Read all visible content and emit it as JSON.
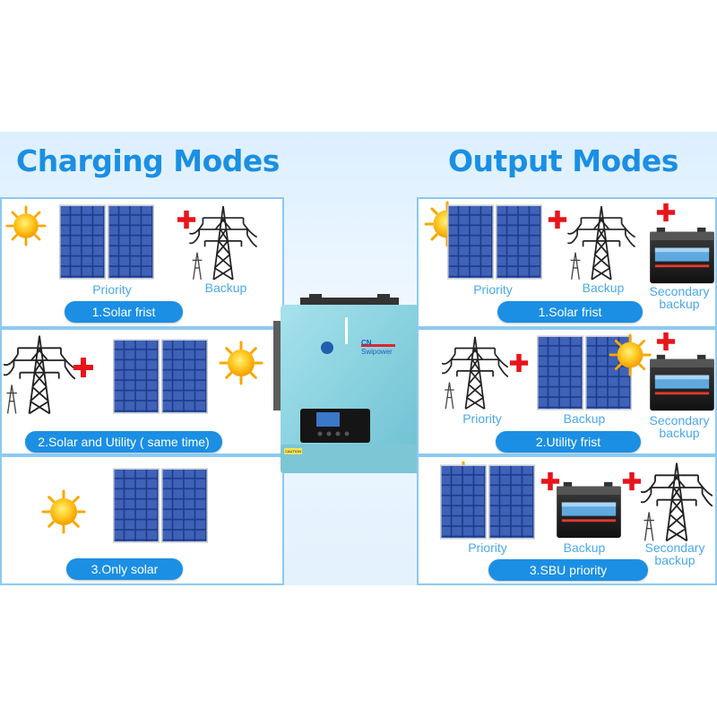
{
  "charging": {
    "title": "Charging Modes",
    "modes": [
      {
        "label": "1.Solar frist",
        "captions": [
          "Priority",
          "Backup"
        ]
      },
      {
        "label": "2.Solar and Utility ( same time)"
      },
      {
        "label": "3.Only solar"
      }
    ]
  },
  "output": {
    "title": "Output Modes",
    "modes": [
      {
        "label": "1.Solar frist",
        "captions": [
          "Priority",
          "Backup",
          "Secondary backup"
        ]
      },
      {
        "label": "2.Utility frist",
        "captions": [
          "Priority",
          "Backup",
          "Secondary backup"
        ]
      },
      {
        "label": "3.SBU priority",
        "captions": [
          "Priority",
          "Backup",
          "Secondary backup"
        ]
      }
    ]
  },
  "inverter": {
    "brand_line1": "CN",
    "brand_line2": "Swipower",
    "warning_label": "CAUTION"
  },
  "icons": [
    "sun-icon",
    "solar-panel-icon",
    "transmission-tower-icon",
    "battery-icon",
    "plus-icon"
  ],
  "colors": {
    "accent": "#1b8fe4",
    "heading": "#1a8fe3",
    "plus": "#e8141b",
    "panel_border": "#8cc9f2",
    "inverter_body": "#8fd3df"
  }
}
